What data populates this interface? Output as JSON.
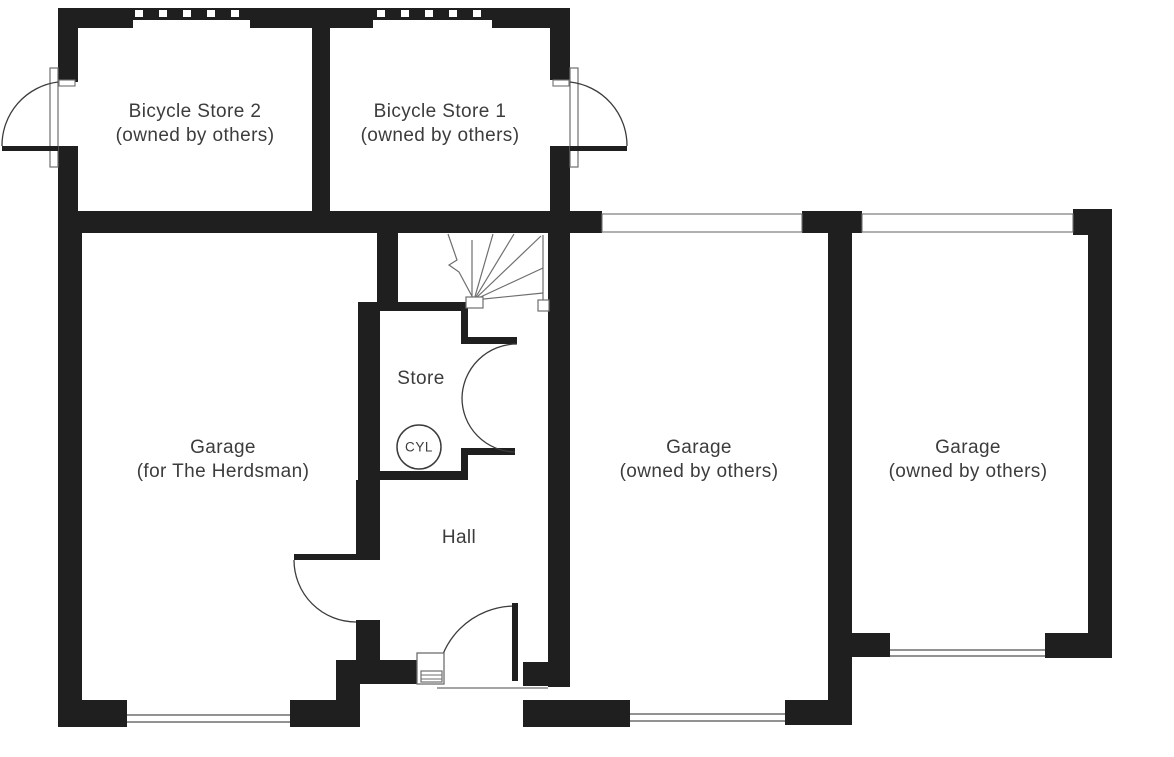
{
  "colors": {
    "wall": "#1f1f1f",
    "text": "#3c3c3c",
    "thin_line": "#6e6e6e",
    "bg": "#ffffff"
  },
  "rooms": {
    "bicycle_store_2": {
      "name": "Bicycle Store 2",
      "note": "(owned by others)"
    },
    "bicycle_store_1": {
      "name": "Bicycle Store 1",
      "note": "(owned by others)"
    },
    "garage_herdsman": {
      "name": "Garage",
      "note": "(for The Herdsman)"
    },
    "garage_owned_1": {
      "name": "Garage",
      "note": "(owned by others)"
    },
    "garage_owned_2": {
      "name": "Garage",
      "note": "(owned by others)"
    },
    "store": {
      "name": "Store"
    },
    "hall": {
      "name": "Hall"
    },
    "cylinder": {
      "abbr": "CYL"
    }
  }
}
